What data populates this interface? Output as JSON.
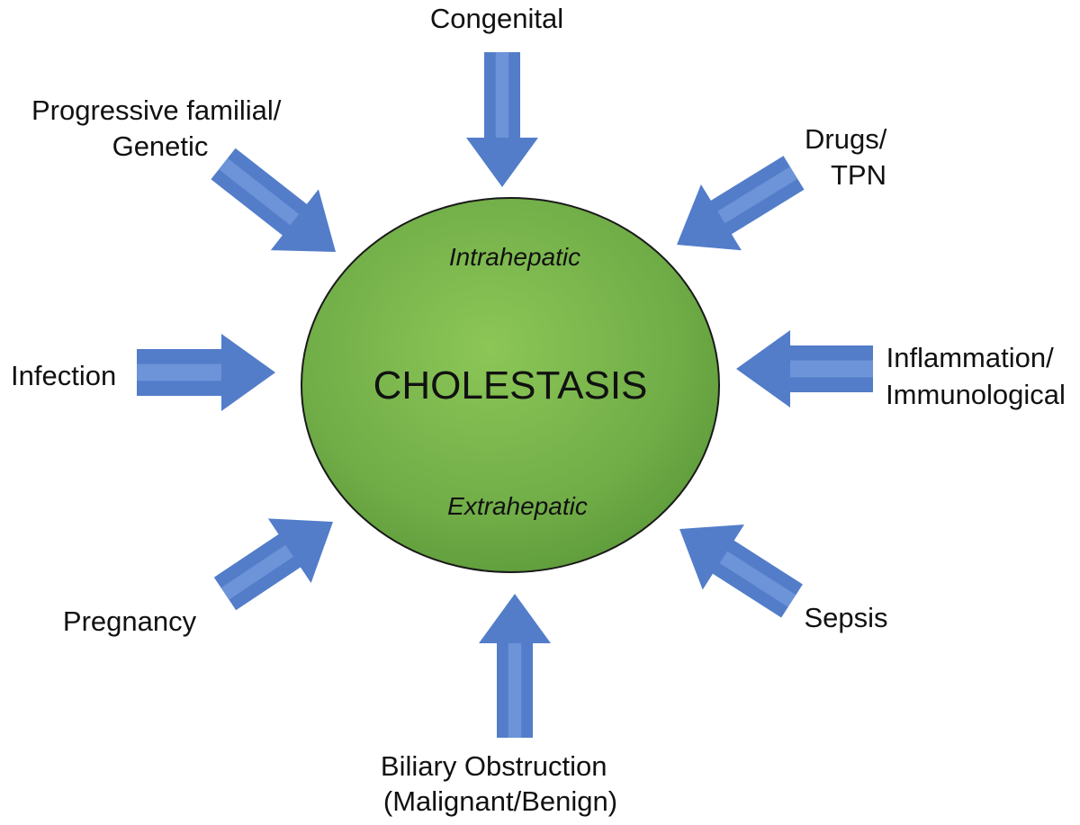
{
  "diagram": {
    "center": {
      "title": "CHOLESTASIS",
      "top_label": "Intrahepatic",
      "bottom_label": "Extrahepatic"
    },
    "causes": {
      "congenital": "Congenital",
      "progressive_line1": "Progressive familial/",
      "progressive_line2": "Genetic",
      "drugs_line1": "Drugs/",
      "drugs_line2": "TPN",
      "infection": "Infection",
      "inflammation_line1": "Inflammation/",
      "inflammation_line2": "Immunological",
      "pregnancy": "Pregnancy",
      "sepsis": "Sepsis",
      "biliary_line1": "Biliary Obstruction",
      "biliary_line2": "(Malignant/Benign)"
    },
    "colors": {
      "arrow": "#4472C4",
      "circle": "#70AD47"
    }
  }
}
